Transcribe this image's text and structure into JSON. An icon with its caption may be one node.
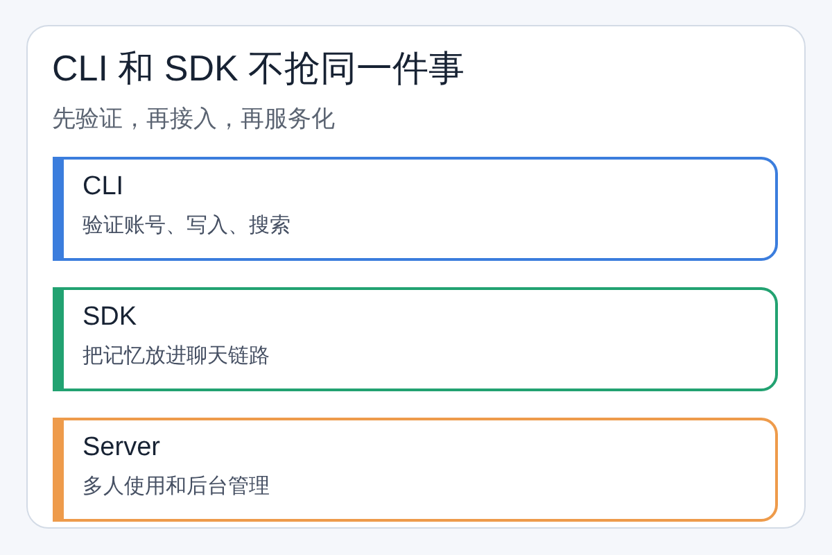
{
  "diagram": {
    "nodes": [
      {
        "text": [
          "CLI 和 SDK 不抢同一件事",
          "先验证，再接入，再服务化"
        ]
      },
      {
        "text": [
          "CLI",
          "验证账号、写入、搜索"
        ],
        "in": 0
      },
      {
        "text": [
          "SDK",
          "把记忆放进聊天链路"
        ],
        "in": 0
      },
      {
        "text": [
          "Server",
          "多人使用和后台管理"
        ],
        "in": 0
      }
    ]
  }
}
